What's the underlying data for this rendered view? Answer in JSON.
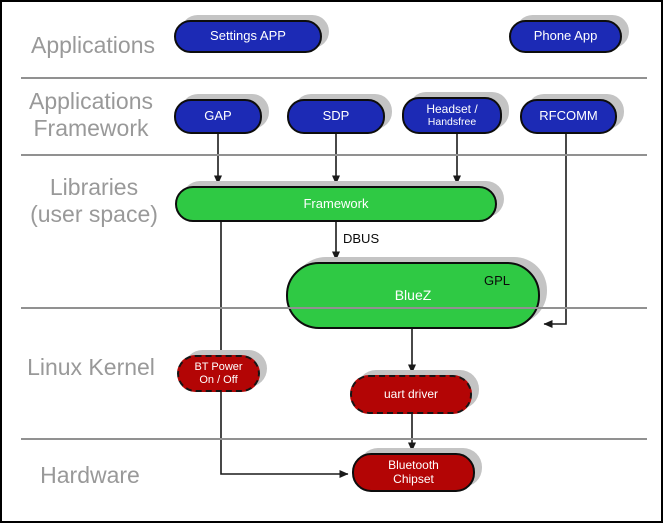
{
  "diagram": {
    "type": "layered-architecture",
    "subject": "Bluetooth software stack",
    "colors": {
      "app_node": "#1c2ab5",
      "userspace_node": "#2fc944",
      "kernel_node": "#b30505",
      "shadow": "#c4c4c4",
      "divider": "#919191",
      "layer_label": "#999999",
      "connector": "#1a1a1a"
    },
    "layers": [
      {
        "name": "applications",
        "label_lines": [
          "Applications"
        ]
      },
      {
        "name": "applications-framework",
        "label_lines": [
          "Applications",
          "Framework"
        ]
      },
      {
        "name": "libraries-user-space",
        "label_lines": [
          "Libraries",
          "(user space)"
        ]
      },
      {
        "name": "linux-kernel",
        "label_lines": [
          "Linux Kernel"
        ]
      },
      {
        "name": "hardware",
        "label_lines": [
          "Hardware"
        ]
      }
    ],
    "nodes": {
      "settings_app": {
        "label": "Settings APP",
        "layer": "applications"
      },
      "phone_app": {
        "label": "Phone App",
        "layer": "applications"
      },
      "gap": {
        "label": "GAP",
        "layer": "applications-framework"
      },
      "sdp": {
        "label": "SDP",
        "layer": "applications-framework"
      },
      "headset": {
        "line1": "Headset /",
        "line2": "Handsfree",
        "layer": "applications-framework"
      },
      "rfcomm": {
        "label": "RFCOMM",
        "layer": "applications-framework"
      },
      "framework": {
        "label": "Framework",
        "layer": "libraries-user-space"
      },
      "bluez": {
        "label": "BlueZ",
        "license": "GPL",
        "layer": "libraries-user-space"
      },
      "bt_power": {
        "line1": "BT Power",
        "line2": "On / Off",
        "layer": "linux-kernel"
      },
      "uart_driver": {
        "label": "uart driver",
        "layer": "linux-kernel"
      },
      "bt_chipset": {
        "line1": "Bluetooth",
        "line2": "Chipset",
        "layer": "hardware"
      }
    },
    "annotations": {
      "dbus": "DBUS"
    },
    "edges": [
      {
        "from": "gap",
        "to": "framework"
      },
      {
        "from": "sdp",
        "to": "framework"
      },
      {
        "from": "headset",
        "to": "framework"
      },
      {
        "from": "rfcomm",
        "to": "bluez"
      },
      {
        "from": "framework",
        "to": "bluez",
        "label": "DBUS"
      },
      {
        "from": "framework",
        "to": "bt_chipset",
        "via": "bt_power"
      },
      {
        "from": "bluez",
        "to": "uart_driver"
      },
      {
        "from": "uart_driver",
        "to": "bt_chipset"
      }
    ]
  }
}
